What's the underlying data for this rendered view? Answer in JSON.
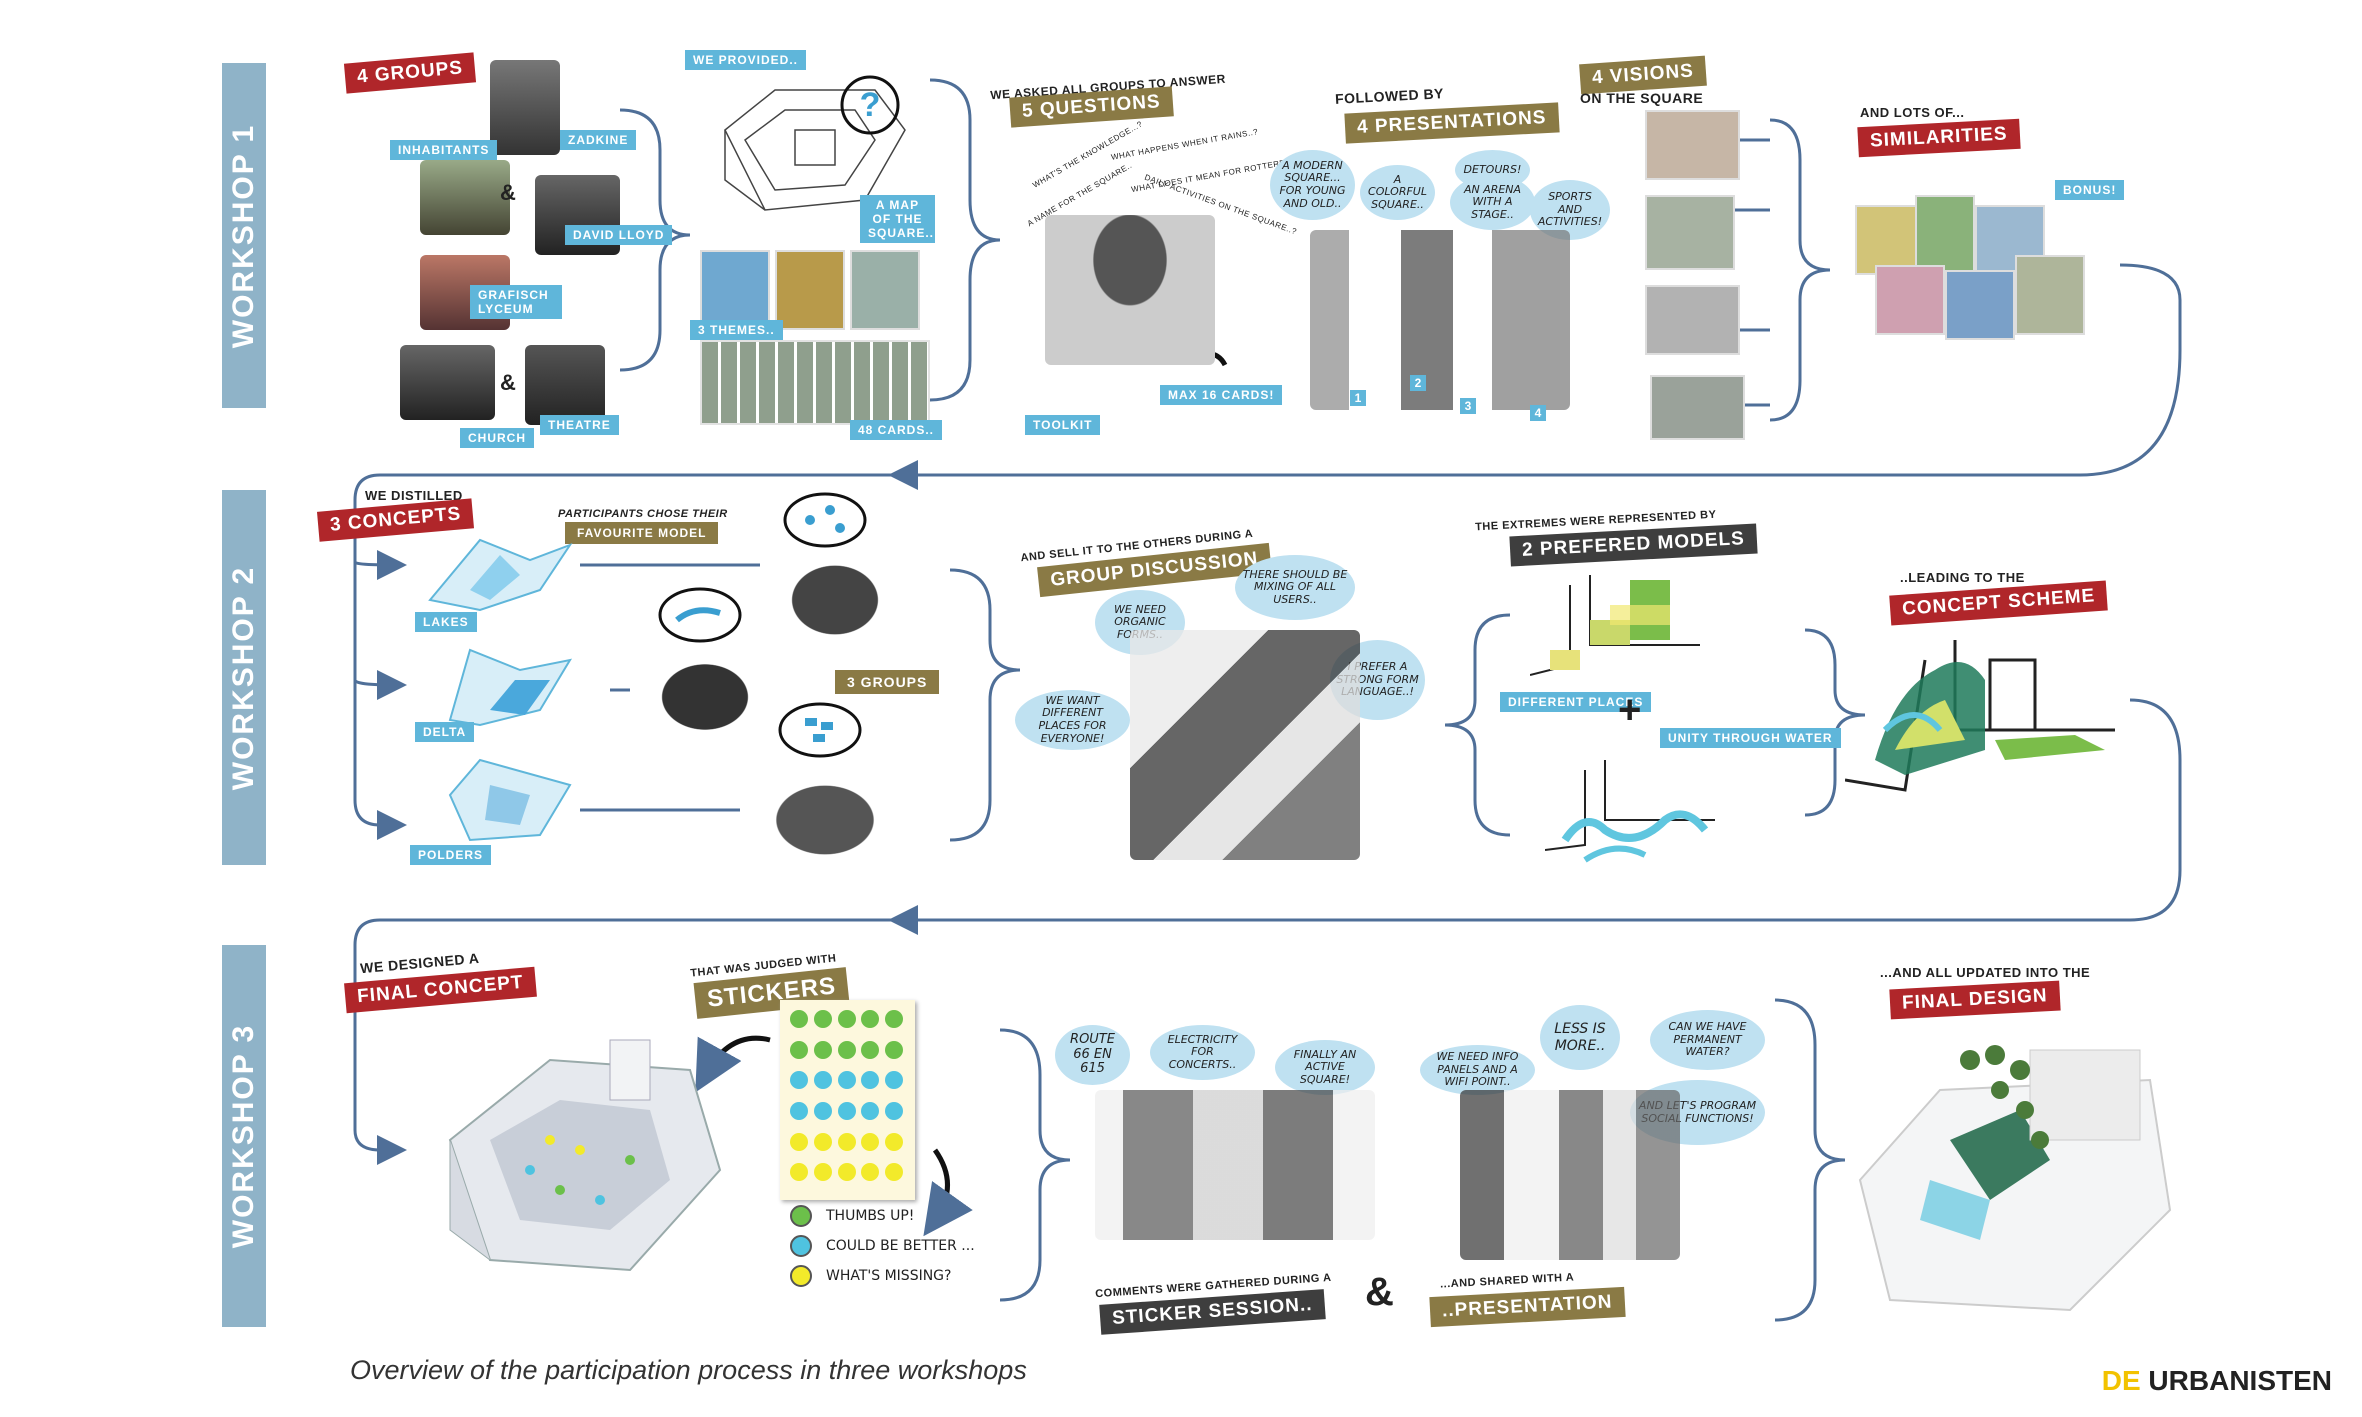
{
  "workshops": {
    "w1": "WORKSHOP 1",
    "w2": "WORKSHOP 2",
    "w3": "WORKSHOP 3"
  },
  "w1": {
    "groups_tag": "4 GROUPS",
    "groups": [
      "INHABITANTS",
      "ZADKINE",
      "DAVID LLOYD",
      "GRAFISCH LYCEUM",
      "CHURCH",
      "THEATRE"
    ],
    "amp": "&",
    "provided": "WE PROVIDED..",
    "map": "A MAP OF THE SQUARE..",
    "themes": "3 THEMES..",
    "cards": "48 CARDS..",
    "asked": "WE ASKED ALL GROUPS TO ANSWER",
    "questions_tag": "5 QUESTIONS",
    "toolkit": "TOOLKIT",
    "max_cards": "MAX 16 CARDS!",
    "question_bubbles": [
      "WHAT'S THE KNOWLEDGE...?",
      "WHAT HAPPENS WHEN IT RAINS..?",
      "A NAME FOR THE SQUARE..",
      "WHAT DOES IT MEAN FOR ROTTERDAM?",
      "DAILY ACTIVITIES ON THE SQUARE..?"
    ],
    "followed": "FOLLOWED BY",
    "presentations_tag": "4 PRESENTATIONS",
    "pres_bubbles": [
      "A MODERN SQUARE... FOR YOUNG AND OLD..",
      "A COLORFUL SQUARE..",
      "DETOURS!",
      "AN ARENA WITH A STAGE..",
      "SPORTS AND ACTIVITIES!"
    ],
    "pres_numbers": [
      "1",
      "2",
      "3",
      "4"
    ],
    "visions_tag": "4 VISIONS",
    "visions_sub": "ON THE SQUARE",
    "lots": "AND LOTS OF...",
    "similarities_tag": "SIMILARITIES",
    "bonus": "BONUS!"
  },
  "w2": {
    "distilled": "WE DISTILLED",
    "concepts_tag": "3 CONCEPTS",
    "chose": "PARTICIPANTS CHOSE THEIR",
    "favourite": "FAVOURITE MODEL",
    "concepts": [
      "LAKES",
      "DELTA",
      "POLDERS"
    ],
    "groups3": "3 GROUPS",
    "sell": "AND SELL IT TO THE OTHERS DURING A",
    "discussion_tag": "GROUP DISCUSSION",
    "disc_bubbles": [
      "WE NEED ORGANIC FORMS..",
      "THERE SHOULD BE MIXING OF ALL USERS..",
      "WE WANT DIFFERENT PLACES FOR EVERYONE!",
      "I PREFER A STRONG FORM LANGUAGE..!"
    ],
    "extremes": "THE EXTREMES WERE REPRESENTED BY",
    "models_tag": "2 PREFERED MODELS",
    "different_places": "DIFFERENT PLACES",
    "unity": "UNITY THROUGH WATER",
    "plus": "+",
    "leading": "..LEADING TO THE",
    "scheme_tag": "CONCEPT SCHEME"
  },
  "w3": {
    "designed": "WE DESIGNED A",
    "final_concept_tag": "FINAL CONCEPT",
    "judged": "THAT WAS JUDGED WITH",
    "stickers_tag": "STICKERS",
    "legend": [
      {
        "label": "THUMBS UP!",
        "color": "#6cc04a"
      },
      {
        "label": "COULD BE BETTER ...",
        "color": "#4fc3e0"
      },
      {
        "label": "WHAT'S MISSING?",
        "color": "#f2ea2a"
      }
    ],
    "sticker_bubbles": [
      "ROUTE 66 EN 615",
      "ELECTRICITY FOR CONCERTS..",
      "FINALLY AN ACTIVE SQUARE!"
    ],
    "gathered": "COMMENTS WERE GATHERED DURING A",
    "session_tag": "STICKER SESSION..",
    "amp": "&",
    "shared": "...AND SHARED WITH A",
    "presentation_tag": "..PRESENTATION",
    "pres_bubbles": [
      "WE NEED INFO PANELS AND A WIFI POINT..",
      "LESS IS MORE..",
      "CAN WE HAVE PERMANENT WATER?",
      "AND LET'S PROGRAM SOCIAL FUNCTIONS!"
    ],
    "updated": "...AND ALL UPDATED INTO THE",
    "final_design_tag": "FINAL DESIGN"
  },
  "caption": "Overview of the participation process in three workshops",
  "brand": {
    "de": "DE",
    "name": " URBANISTEN"
  },
  "colors": {
    "band": "#8fb3c8",
    "red": "#b0262a",
    "olive": "#8a7a45",
    "dark": "#3e3e3e",
    "label_blue": "#5fb6da",
    "bubble": "#bfe1f1",
    "flow_line": "#4f6f98"
  }
}
